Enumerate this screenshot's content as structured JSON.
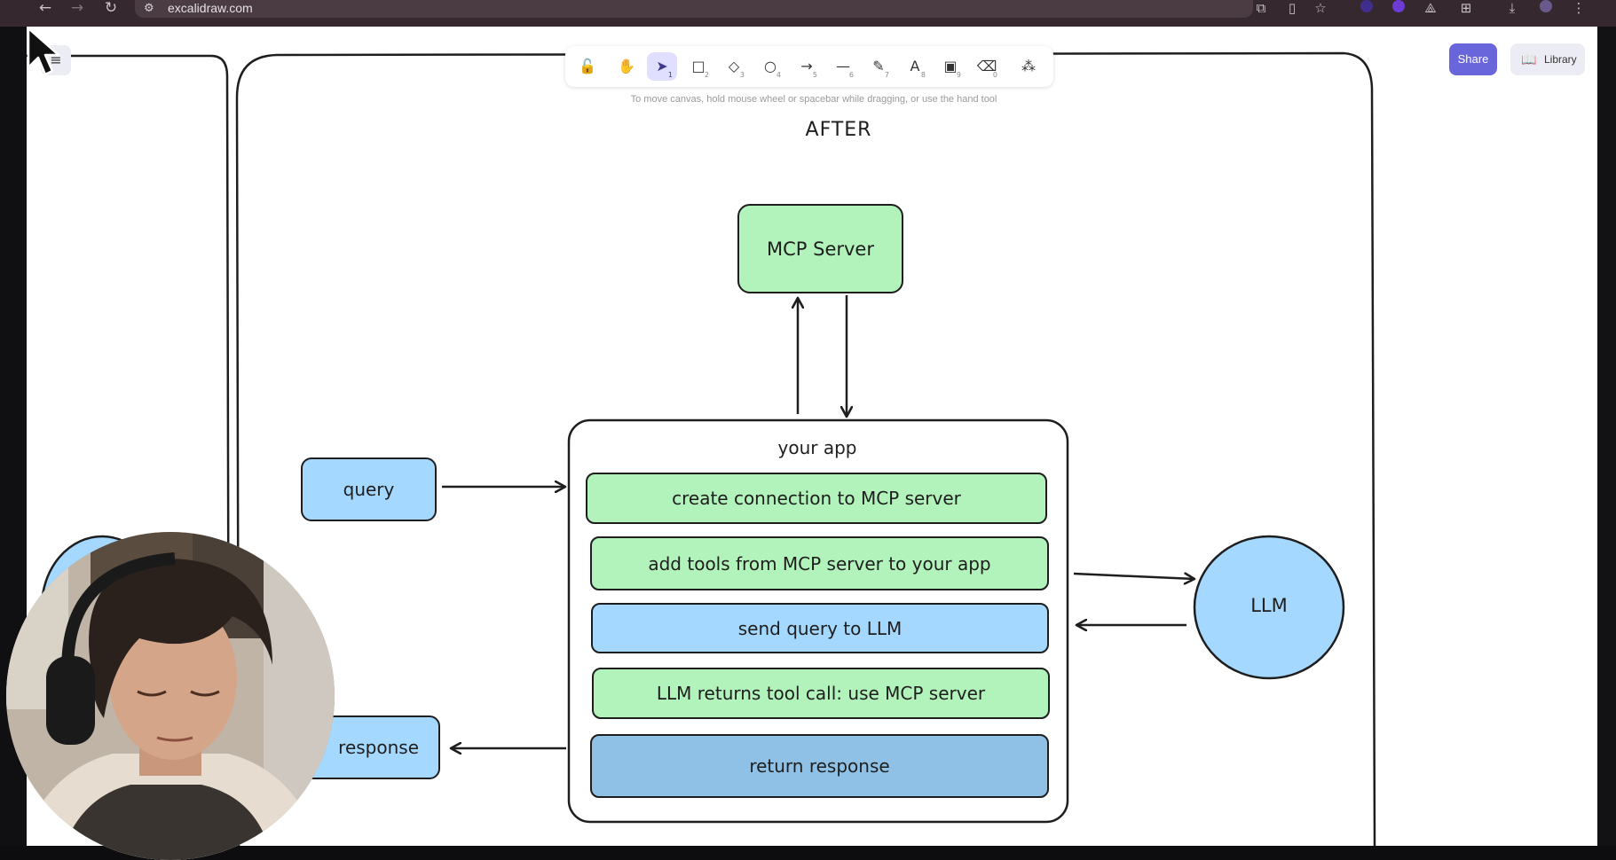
{
  "browser": {
    "url": "excalidraw.com",
    "back_icon": "←",
    "forward_icon": "→",
    "reload_icon": "↻",
    "site_settings_icon": "⚙",
    "menu_icon": "⋮",
    "download_icon": "⤓",
    "star_icon": "☆",
    "extensions_icon": "⊞"
  },
  "excalidraw": {
    "menu_icon": "≡",
    "tools": [
      {
        "name": "lock",
        "icon": "🔓",
        "key": ""
      },
      {
        "name": "hand",
        "icon": "✋",
        "key": ""
      },
      {
        "name": "selection",
        "icon": "➤",
        "key": "1"
      },
      {
        "name": "rectangle",
        "icon": "□",
        "key": "2"
      },
      {
        "name": "diamond",
        "icon": "◇",
        "key": "3"
      },
      {
        "name": "ellipse",
        "icon": "○",
        "key": "4"
      },
      {
        "name": "arrow",
        "icon": "→",
        "key": "5"
      },
      {
        "name": "line",
        "icon": "—",
        "key": "6"
      },
      {
        "name": "draw",
        "icon": "✎",
        "key": "7"
      },
      {
        "name": "text",
        "icon": "A",
        "key": "8"
      },
      {
        "name": "image",
        "icon": "▣",
        "key": "9"
      },
      {
        "name": "eraser",
        "icon": "⌫",
        "key": "0"
      },
      {
        "name": "extra-tools",
        "icon": "⁂",
        "key": ""
      }
    ],
    "active_tool": "selection",
    "hint": "To move canvas, hold mouse wheel or spacebar while dragging, or use the hand tool",
    "share_label": "Share",
    "library_label": "Library",
    "library_icon": "📖",
    "colors": {
      "green": "#b2f2bb",
      "blue": "#a5d8ff",
      "stroke": "#1e1e1e",
      "accent": "#6965db"
    }
  },
  "diagram": {
    "title": "AFTER",
    "mcp_server": "MCP Server",
    "your_app": "your app",
    "query": "query",
    "response": "response",
    "llm": "LLM",
    "steps": [
      {
        "label": "create connection to MCP server",
        "color": "green"
      },
      {
        "label": "add tools from MCP server to your app",
        "color": "green"
      },
      {
        "label": "send query to LLM",
        "color": "blue"
      },
      {
        "label": "LLM returns tool call: use MCP server",
        "color": "green"
      },
      {
        "label": "return response",
        "color": "blue"
      }
    ]
  }
}
